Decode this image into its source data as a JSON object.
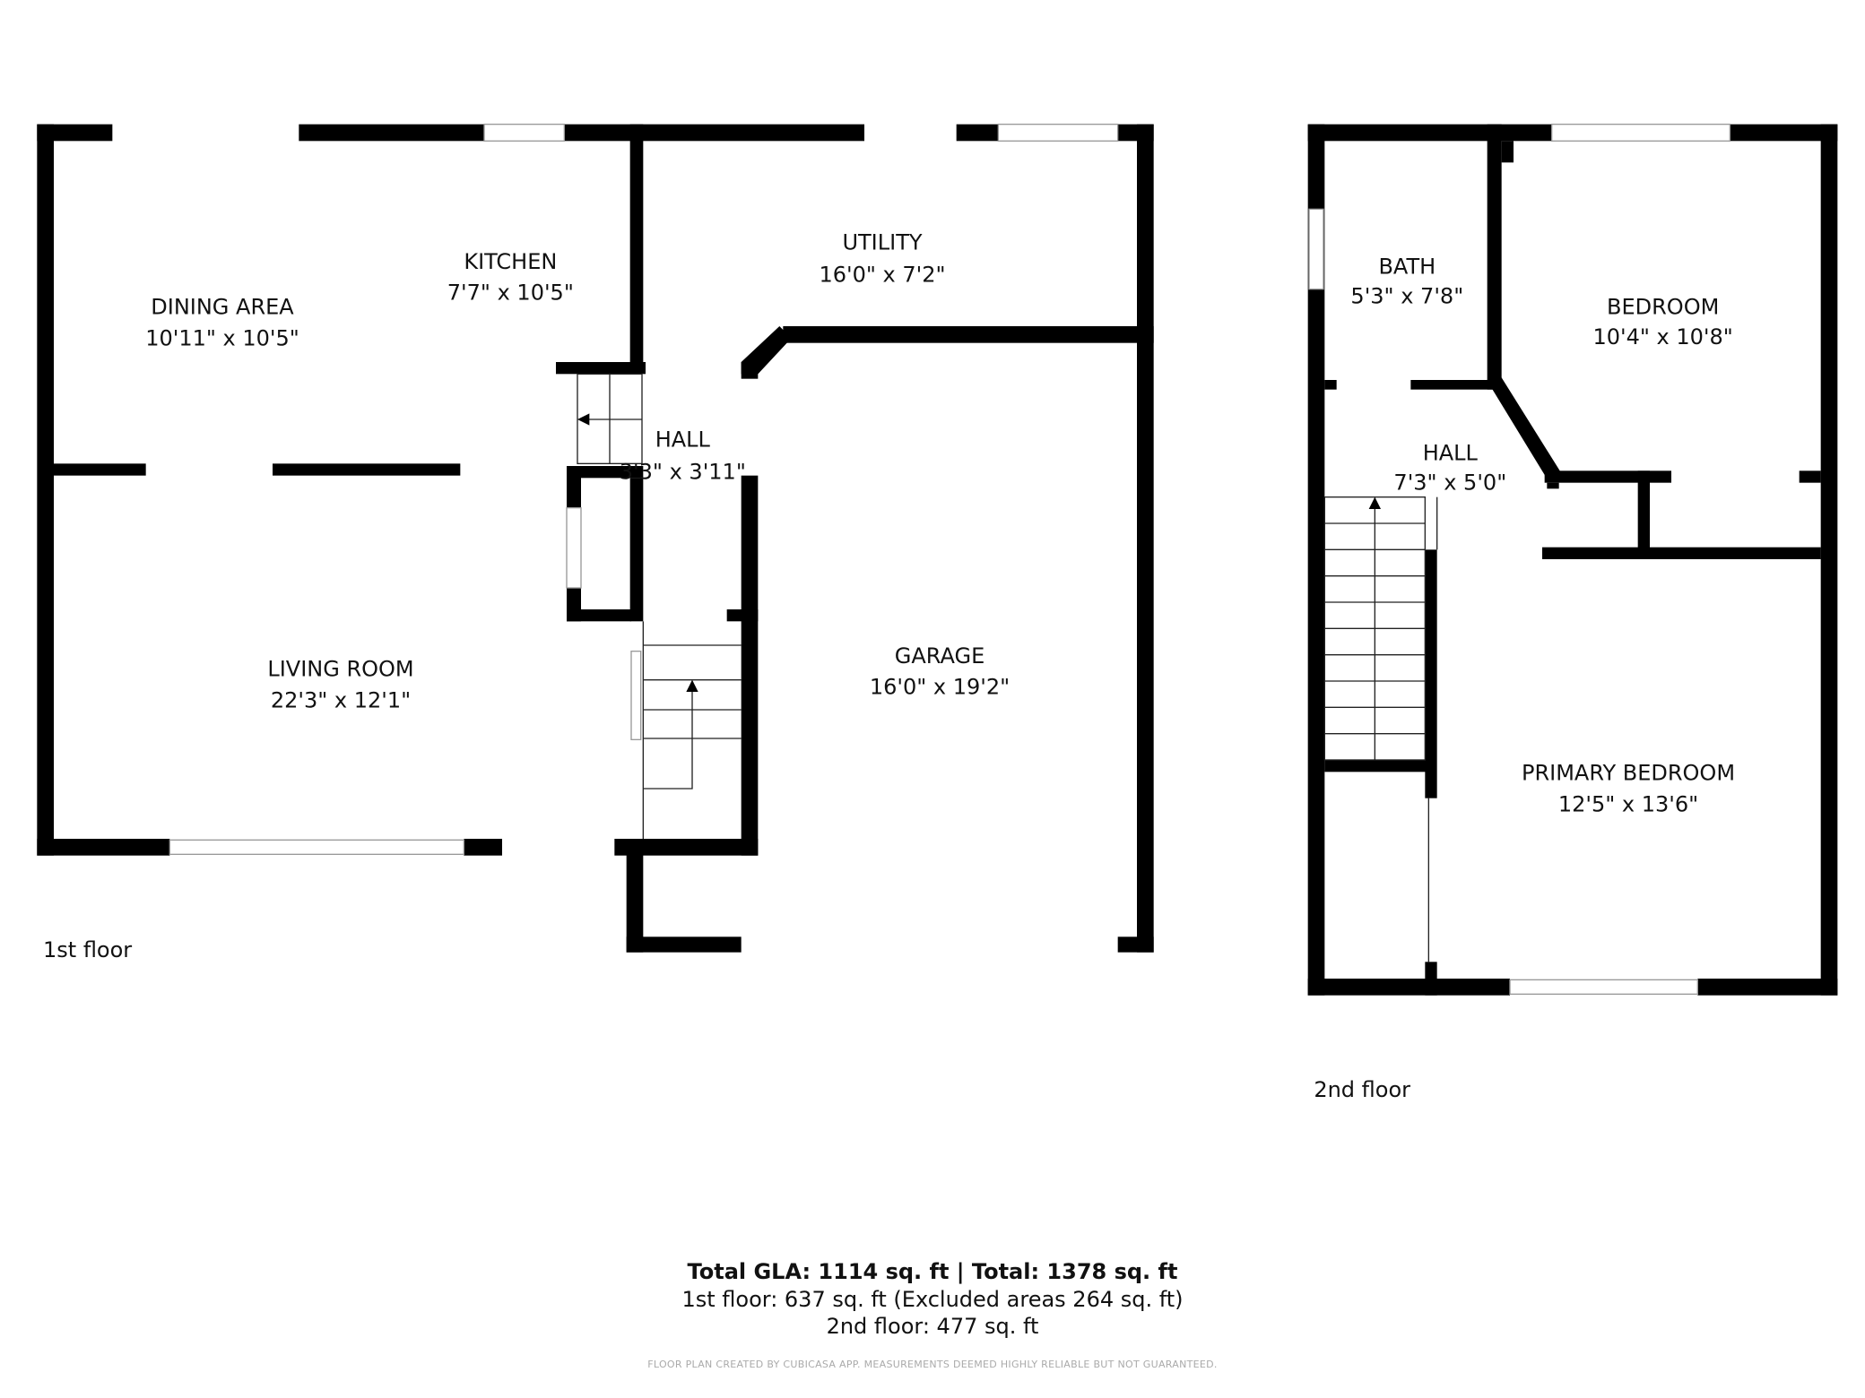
{
  "floors": [
    {
      "label": "1st floor",
      "rooms": [
        {
          "name": "DINING AREA",
          "size": "10'11\" x 10'5\""
        },
        {
          "name": "KITCHEN",
          "size": "7'7\" x 10'5\""
        },
        {
          "name": "UTILITY",
          "size": "16'0\" x 7'2\""
        },
        {
          "name": "HALL",
          "size": "3'3\" x 3'11\""
        },
        {
          "name": "LIVING ROOM",
          "size": "22'3\" x 12'1\""
        },
        {
          "name": "GARAGE",
          "size": "16'0\" x 19'2\""
        }
      ]
    },
    {
      "label": "2nd floor",
      "rooms": [
        {
          "name": "BATH",
          "size": "5'3\" x 7'8\""
        },
        {
          "name": "BEDROOM",
          "size": "10'4\" x 10'8\""
        },
        {
          "name": "HALL",
          "size": "7'3\" x 5'0\""
        },
        {
          "name": "PRIMARY BEDROOM",
          "size": "12'5\" x 13'6\""
        }
      ]
    }
  ],
  "summary": {
    "total": "Total GLA: 1114 sq. ft | Total: 1378 sq. ft",
    "first_floor": "1st floor: 637 sq. ft (Excluded areas 264 sq. ft)",
    "second_floor": "2nd floor: 477 sq. ft",
    "disclaimer": "FLOOR PLAN CREATED BY CUBICASA APP. MEASUREMENTS DEEMED HIGHLY RELIABLE BUT NOT GUARANTEED."
  },
  "colors": {
    "wall": "#000000",
    "window": "#cccccc",
    "text": "#111111"
  }
}
